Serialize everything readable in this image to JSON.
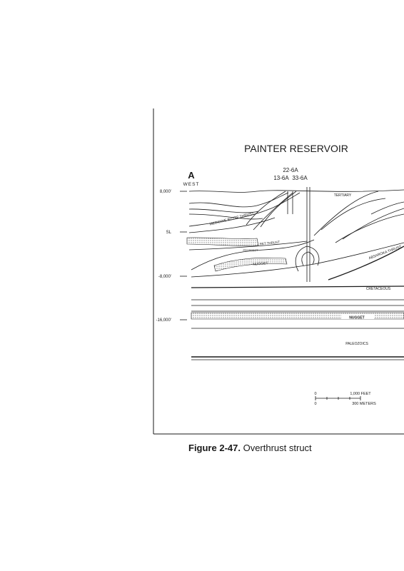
{
  "figure": {
    "title": "PAINTER RESERVOIR",
    "wells": {
      "top": "22-6A",
      "left": "13-6A",
      "right": "33-6A"
    },
    "section_letter": "A",
    "direction": "WEST",
    "depths": [
      "8,000'",
      "SL",
      "-8,000'",
      "-16,000'"
    ],
    "labels": {
      "tertiary": "TERTIARY",
      "medicine_butte": "MEDICINE BUTTE THRUST",
      "ret_thrust": "RET THRUST",
      "prospect": "PROSPECT",
      "nugget_upper": "NUGGET",
      "absaroka": "ABSAROKA THRUST",
      "cretaceous": "CRETACEOUS",
      "nugget_lower": "NUGGET",
      "paleozoics": "PALEOZOICS"
    },
    "scale": {
      "feet_zero": "0",
      "feet_label": "1,000 FEET",
      "meters_zero": "0",
      "meters_label": "300 METERS"
    }
  },
  "caption": {
    "number": "Figure 2-47.",
    "text": " Overthrust struct"
  },
  "colors": {
    "ink": "#1a1a1a",
    "paper": "#ffffff"
  }
}
